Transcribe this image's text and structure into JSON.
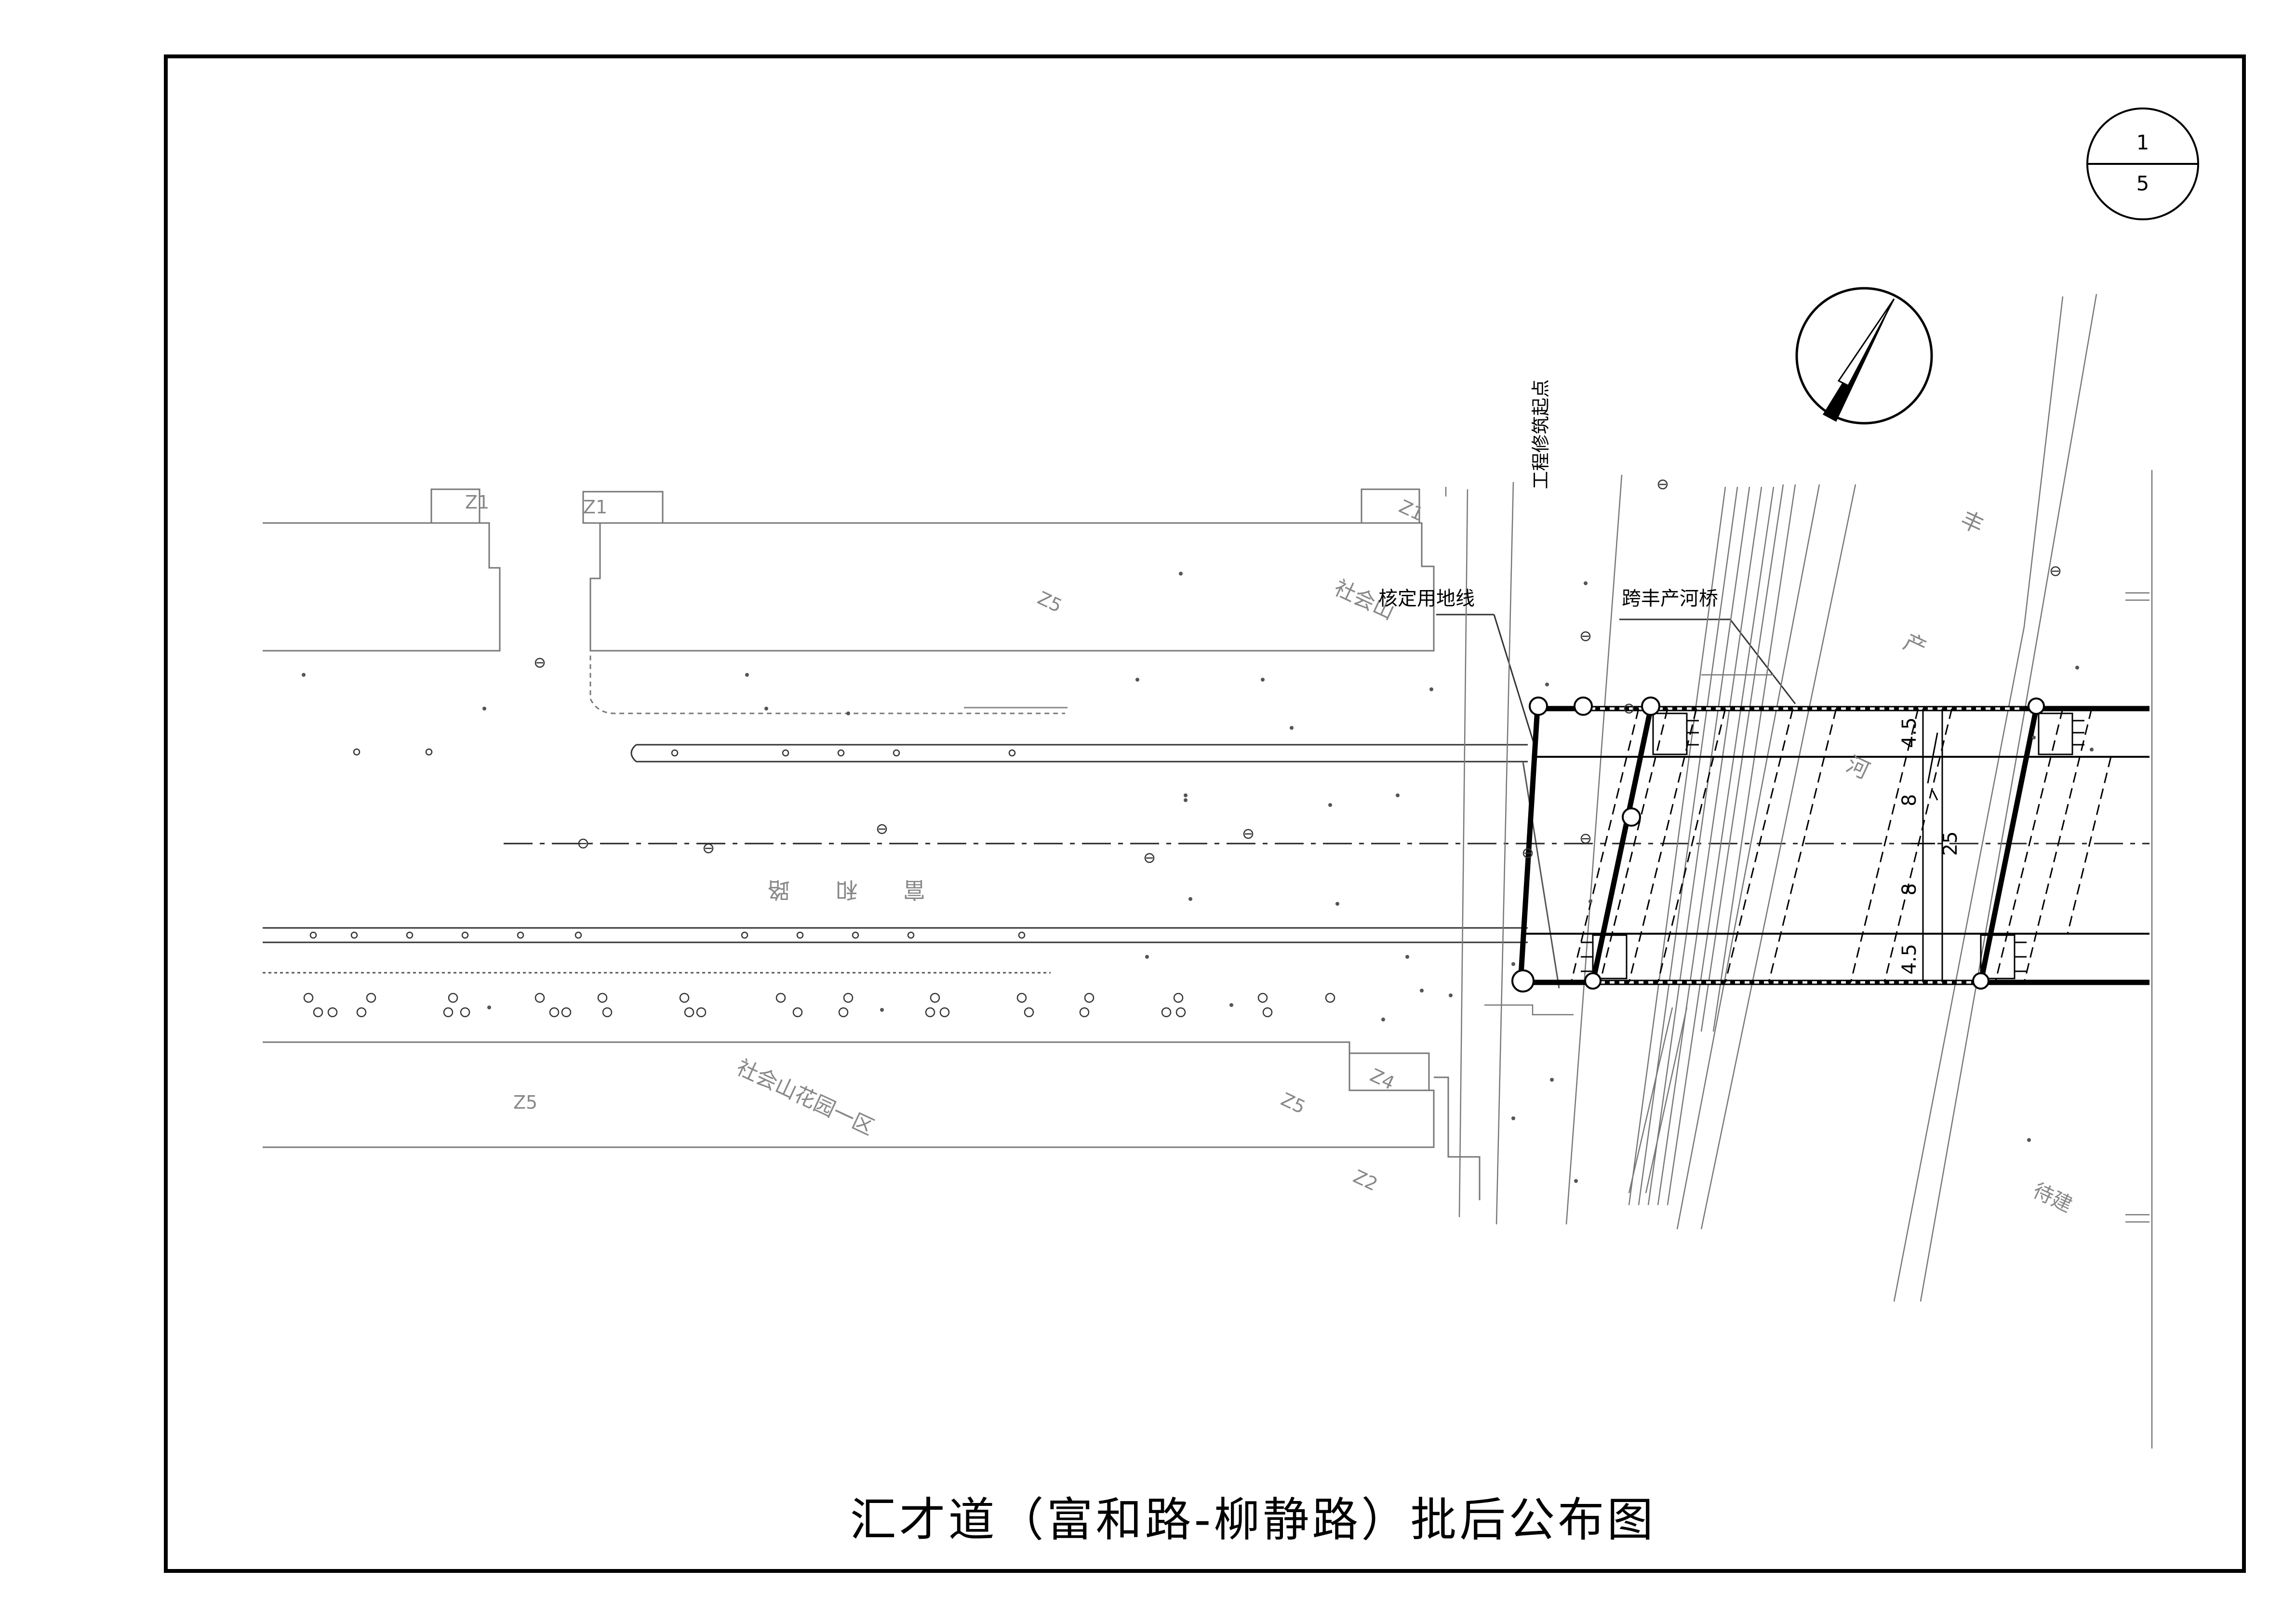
{
  "title": "汇才道（富和路-柳静路）批后公布图",
  "sheet": {
    "number": "1",
    "total": "5"
  },
  "labels": {
    "z1_a": "Z1",
    "z1_b": "Z1",
    "z1_c": "Z1",
    "z5_top": "Z5",
    "z5_bottom_left": "Z5",
    "z5_bottom_right": "Z5",
    "z4": "Z4",
    "z2": "Z2",
    "road_name": "富 和 路",
    "community_top": "社会山",
    "community_bottom": "社会山花园一区",
    "approved_line": "核定用地线",
    "construction_point": "工程修筑起点",
    "bridge": "跨丰产河桥",
    "river": "丰 产 河",
    "pending": "待建"
  },
  "dimensions": {
    "d1": "4.5",
    "d2": "8",
    "d3": "8",
    "d4": "4.5",
    "total": "25"
  },
  "colors": {
    "line": "#000000",
    "light_line": "#888888"
  }
}
